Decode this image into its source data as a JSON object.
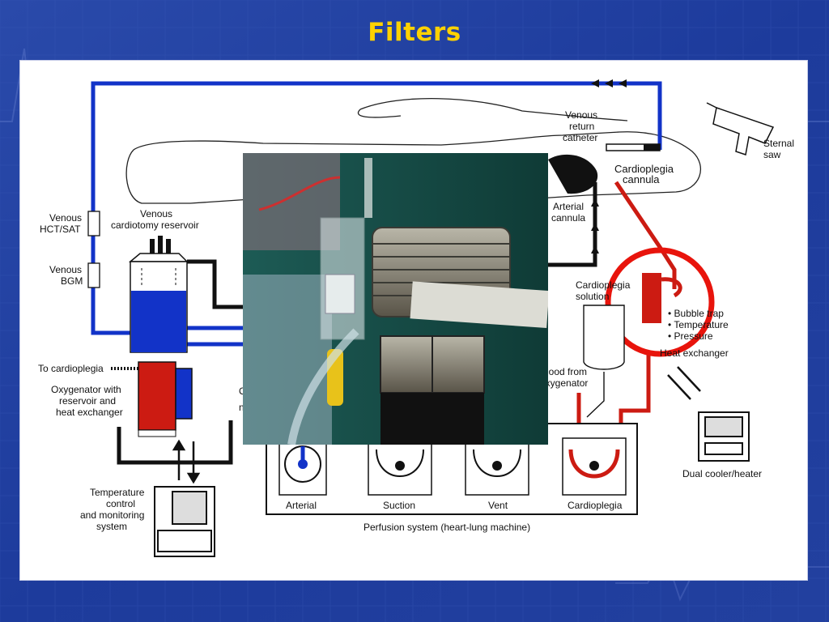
{
  "slide": {
    "title": "Filters",
    "colors": {
      "background": "#1f3d9e",
      "title": "#ffd200",
      "venous_line": "#1233c8",
      "cardioplegia_line": "#cc1b12",
      "highlight_circle": "#e8140c"
    }
  },
  "diagram": {
    "labels": {
      "venous_return_catheter": [
        "Venous",
        "return",
        "catheter"
      ],
      "sternal_saw": [
        "Sternal",
        "saw"
      ],
      "cardioplegia_cannula": [
        "Cardioplegia",
        "cannula"
      ],
      "arterial_cannula": [
        "Arterial",
        "cannula"
      ],
      "venous_cardiotomy_reservoir": [
        "Venous",
        "cardiotomy reservoir"
      ],
      "venous_hct_sat": [
        "Venous",
        "HCT/SAT"
      ],
      "venous_bgm": [
        "Venous",
        "BGM"
      ],
      "to_cardioplegia": "To cardioplegia",
      "oxygenator": [
        "Oxygenator with",
        "reservoir and",
        "heat exchanger"
      ],
      "temperature_control": [
        "Temperature",
        "control",
        "and monitoring",
        "system"
      ],
      "cardioplegia_solution": [
        "Cardioplegia",
        "solution"
      ],
      "bubble_trap": [
        "• Bubble trap",
        "• Temperature",
        "• Pressure"
      ],
      "heat_exchanger": "Heat exchanger",
      "blood_from_oxygenator": [
        "Blood from",
        "oxygenator"
      ],
      "dual_cooler_heater": "Dual cooler/heater",
      "pumps": [
        "Arterial",
        "Suction",
        "Vent",
        "Cardioplegia"
      ],
      "perfusion_system": "Perfusion system (heart-lung machine)",
      "partial_left": [
        "O",
        "n"
      ]
    }
  },
  "photo": {
    "icon": "filter-photo",
    "description_hidden": true
  }
}
